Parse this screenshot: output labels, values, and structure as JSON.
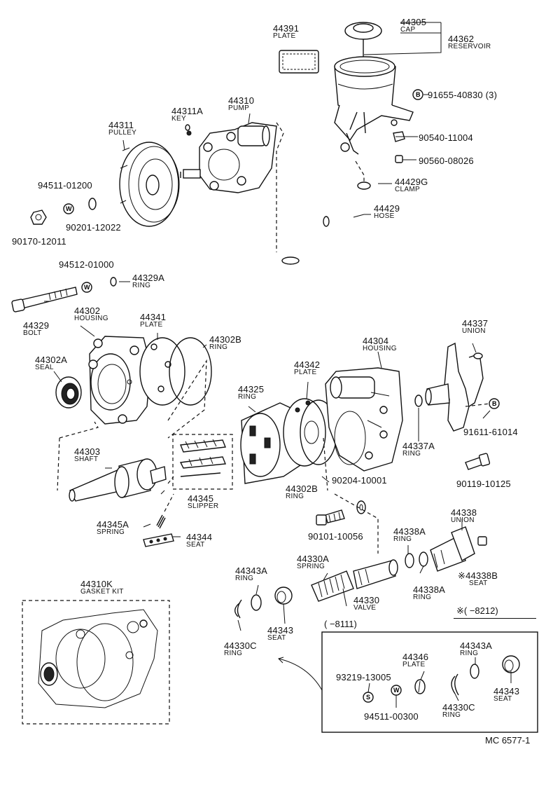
{
  "parts": [
    {
      "id": "p44391",
      "num": "44391",
      "name": "PLATE"
    },
    {
      "id": "p44305",
      "num": "44305",
      "name": "CAP"
    },
    {
      "id": "p44362",
      "num": "44362",
      "name": "RESERVOIR"
    },
    {
      "id": "p44310",
      "num": "44310",
      "name": "PUMP"
    },
    {
      "id": "p44311A",
      "num": "44311A",
      "name": "KEY"
    },
    {
      "id": "p44311",
      "num": "44311",
      "name": "PULLEY"
    },
    {
      "id": "p91655",
      "num": "91655-40830  (3)",
      "name": ""
    },
    {
      "id": "p90540",
      "num": "90540-11004",
      "name": ""
    },
    {
      "id": "p90560",
      "num": "90560-08026",
      "name": ""
    },
    {
      "id": "p44429G",
      "num": "44429G",
      "name": "CLAMP"
    },
    {
      "id": "p44429",
      "num": "44429",
      "name": "HOSE"
    },
    {
      "id": "p94511a",
      "num": "94511-01200",
      "name": ""
    },
    {
      "id": "p90201",
      "num": "90201-12022",
      "name": ""
    },
    {
      "id": "p90170",
      "num": "90170-12011",
      "name": ""
    },
    {
      "id": "p94512",
      "num": "94512-01000",
      "name": ""
    },
    {
      "id": "p44329A",
      "num": "44329A",
      "name": "RING"
    },
    {
      "id": "p44329",
      "num": "44329",
      "name": "BOLT"
    },
    {
      "id": "p44302",
      "num": "44302",
      "name": "HOUSING"
    },
    {
      "id": "p44341",
      "num": "44341",
      "name": "PLATE"
    },
    {
      "id": "p44302B1",
      "num": "44302B",
      "name": "RING"
    },
    {
      "id": "p44302A",
      "num": "44302A",
      "name": "SEAL"
    },
    {
      "id": "p44304",
      "num": "44304",
      "name": "HOUSING"
    },
    {
      "id": "p44337",
      "num": "44337",
      "name": "UNION"
    },
    {
      "id": "p44342",
      "num": "44342",
      "name": "PLATE"
    },
    {
      "id": "p44325",
      "num": "44325",
      "name": "RING"
    },
    {
      "id": "p91611",
      "num": "91611-61014",
      "name": ""
    },
    {
      "id": "p44337A",
      "num": "44337A",
      "name": "RING"
    },
    {
      "id": "p44303",
      "num": "44303",
      "name": "SHAFT"
    },
    {
      "id": "p90119",
      "num": "90119-10125",
      "name": ""
    },
    {
      "id": "p90204",
      "num": "90204-10001",
      "name": ""
    },
    {
      "id": "p44302B2",
      "num": "44302B",
      "name": "RING"
    },
    {
      "id": "p44345",
      "num": "44345",
      "name": "SLIPPER"
    },
    {
      "id": "p44338",
      "num": "44338",
      "name": "UNION"
    },
    {
      "id": "p44345A",
      "num": "44345A",
      "name": "SPRING"
    },
    {
      "id": "p44338A1",
      "num": "44338A",
      "name": "RING"
    },
    {
      "id": "p44344",
      "num": "44344",
      "name": "SEAT"
    },
    {
      "id": "p90101",
      "num": "90101-10056",
      "name": ""
    },
    {
      "id": "p44330A",
      "num": "44330A",
      "name": "SPRING"
    },
    {
      "id": "p44343A1",
      "num": "44343A",
      "name": "RING"
    },
    {
      "id": "p44338B",
      "num": "※44338B",
      "name": "SEAT"
    },
    {
      "id": "p44338A2",
      "num": "44338A",
      "name": "RING"
    },
    {
      "id": "p44330",
      "num": "44330",
      "name": "VALVE"
    },
    {
      "id": "p44310K",
      "num": "44310K",
      "name": "GASKET KIT"
    },
    {
      "id": "p44343a",
      "num": "44343",
      "name": "SEAT"
    },
    {
      "id": "p44330C1",
      "num": "44330C",
      "name": "RING"
    },
    {
      "id": "p44343A2",
      "num": "44343A",
      "name": "RING"
    },
    {
      "id": "p44346",
      "num": "44346",
      "name": "PLATE"
    },
    {
      "id": "p93219",
      "num": "93219-13005",
      "name": ""
    },
    {
      "id": "p44343b",
      "num": "44343",
      "name": "SEAT"
    },
    {
      "id": "p94511b",
      "num": "94511-00300",
      "name": ""
    },
    {
      "id": "p44330C2",
      "num": "44330C",
      "name": "RING"
    }
  ],
  "notes": {
    "range_star": "※(      −8212)",
    "range_box": "(       −8111)",
    "code": "MC  6577-1"
  },
  "markers": {
    "washer": "W",
    "bolt": "B",
    "screw": "S"
  }
}
